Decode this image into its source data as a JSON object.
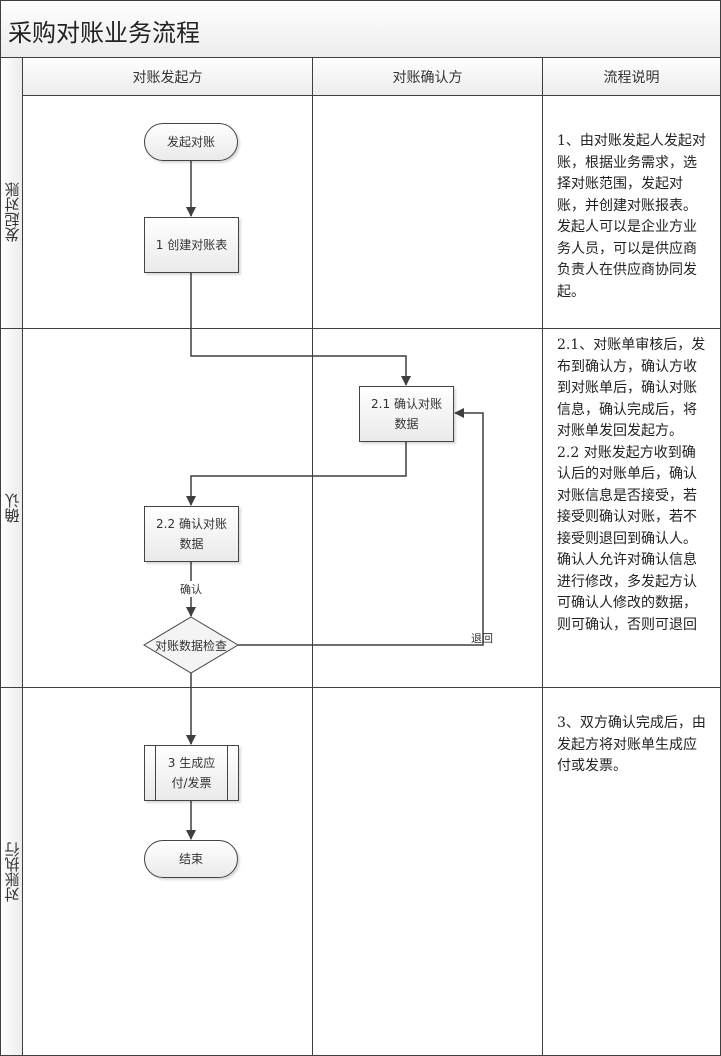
{
  "title": "采购对账业务流程",
  "columns": [
    {
      "label": "对账发起方"
    },
    {
      "label": "对账确认方"
    },
    {
      "label": "流程说明"
    }
  ],
  "lanes": [
    {
      "label": "发起对账",
      "description": [
        "1、由对账发起人发起对账，根据业务需求，选择对账范围，发起对账，并创建对账报表。发起人可以是企业方业务人员，可以是供应商负责人在供应商协同发起。"
      ]
    },
    {
      "label": "确认",
      "description": [
        "2.1、对账单审核后，发布到确认方，确认方收到对账单后，确认对账信息，确认完成后，将对账单发回发起方。",
        "2.2 对账发起方收到确认后的对账单后，确认对账信息是否接受，若接受则确认对账，若不接受则退回到确认人。",
        "确认人允许对确认信息进行修改，多发起方认可确认人修改的数据，则可确认，否则可退回"
      ]
    },
    {
      "label": "对账执行",
      "description": [
        "3、双方确认完成后，由发起方将对账单生成应付或发票。"
      ]
    }
  ],
  "nodes": {
    "start": "发起对账",
    "create": "1 创建对账表",
    "confirm_21": "2.1 确认对账数据",
    "confirm_22": "2.2 确认对账数据",
    "check": "对账数据检查",
    "generate": "3 生成应付/发票",
    "end": "结束"
  },
  "edge_labels": {
    "confirm": "确认",
    "return": "退回"
  },
  "colors": {
    "line": "#3f3f3f",
    "header_bg": "#ececec"
  }
}
